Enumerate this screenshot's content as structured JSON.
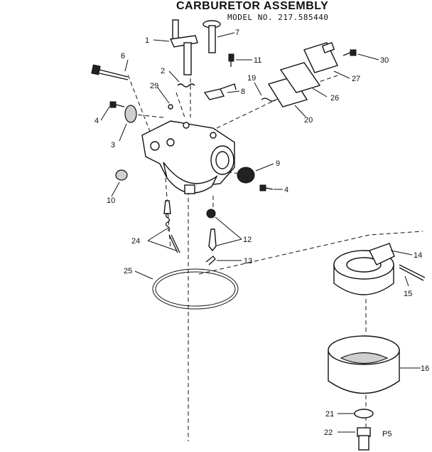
{
  "title": "CARBURETOR ASSEMBLY",
  "model": "MODEL NO. 217.585440",
  "page_code": "P5",
  "callouts": {
    "c1": "1",
    "c2": "2",
    "c3": "3",
    "c4a": "4",
    "c4b": "4",
    "c6": "6",
    "c7": "7",
    "c8": "8",
    "c9": "9",
    "c10": "10",
    "c11": "11",
    "c12": "12",
    "c13": "13",
    "c14": "14",
    "c15": "15",
    "c16": "16",
    "c19": "19",
    "c20": "20",
    "c21": "21",
    "c22": "22",
    "c24": "24",
    "c25": "25",
    "c26": "26",
    "c27": "27",
    "c29": "29",
    "c30": "30"
  }
}
